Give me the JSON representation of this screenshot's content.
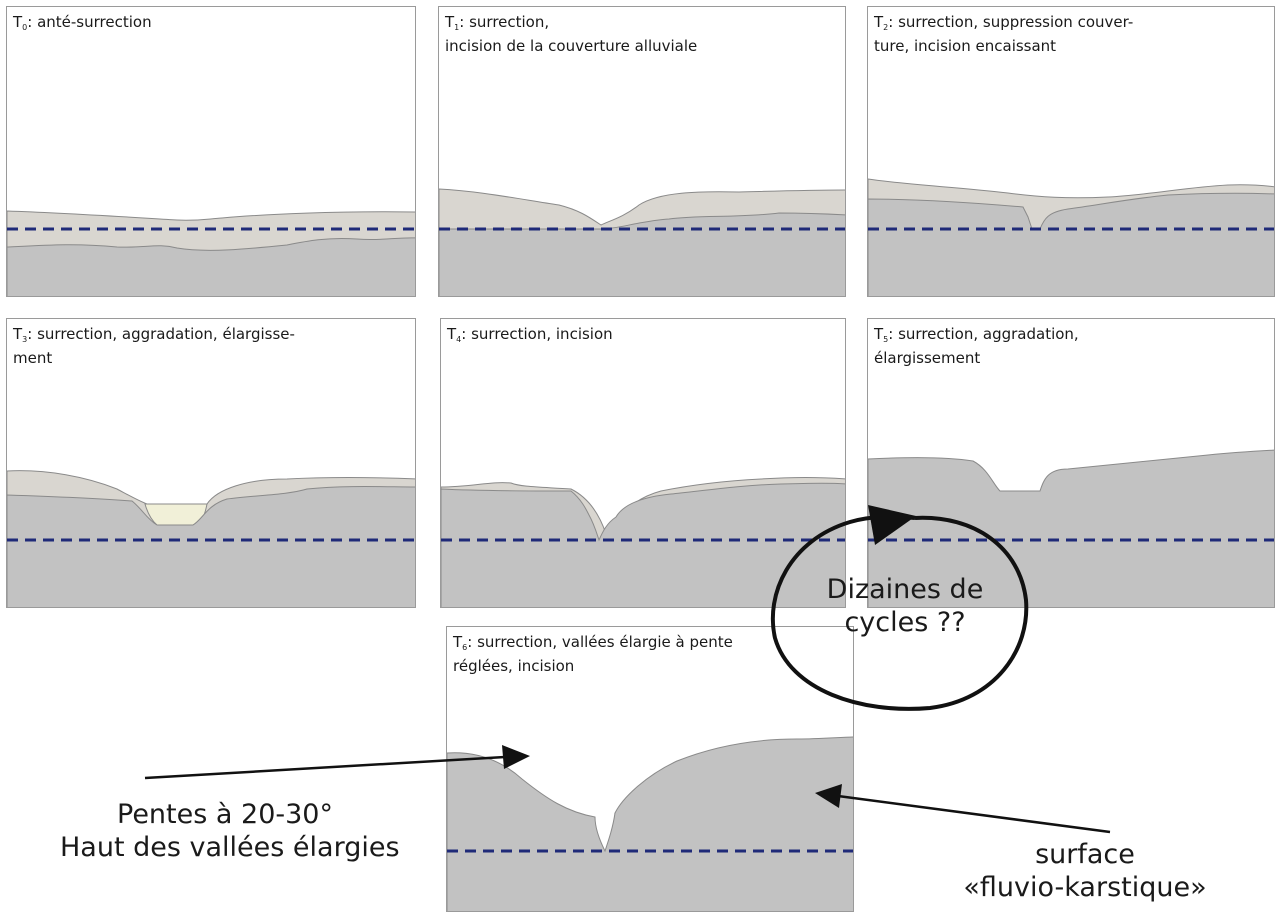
{
  "panels": [
    {
      "t": "T",
      "sub": "0",
      "line1": ": anté-surrection",
      "line2": ""
    },
    {
      "t": "T",
      "sub": "1",
      "line1": ": surrection,",
      "line2": "incision de la couverture alluviale"
    },
    {
      "t": "T",
      "sub": "2",
      "line1": ": surrection, suppression couver-",
      "line2": "ture, incision encaissant"
    },
    {
      "t": "T",
      "sub": "3",
      "line1": ": surrection, aggradation, élargisse-",
      "line2": "ment"
    },
    {
      "t": "T",
      "sub": "4",
      "line1": ": surrection, incision",
      "line2": ""
    },
    {
      "t": "T",
      "sub": "5",
      "line1": ": surrection, aggradation,",
      "line2": "élargissement"
    },
    {
      "t": "T",
      "sub": "6",
      "line1": ": surrection, vallées élargie à pente",
      "line2": "réglées, incision"
    }
  ],
  "annotations": {
    "cycle_line1": "Dizaines de",
    "cycle_line2": "cycles ??",
    "slopes_line1": "Pentes à 20-30°",
    "slopes_line2": "Haut des vallées élargies",
    "surface_line1": "surface",
    "surface_line2": "«fluvio-karstique»"
  },
  "colors": {
    "bedrock": "#c2c2c2",
    "alluvium": "#d9d6d0",
    "fill": "#f1f0d8",
    "baselevel": "#1f2a78",
    "frame": "#9a9a9a"
  }
}
